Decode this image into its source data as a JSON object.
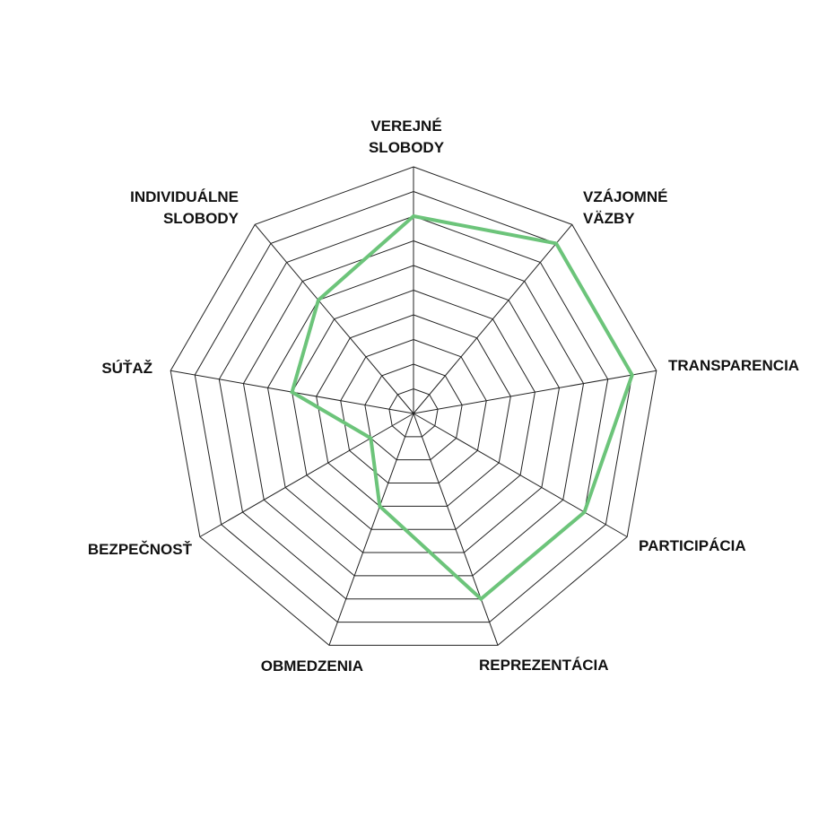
{
  "chart_data": {
    "type": "radar",
    "title": "",
    "axes": [
      [
        "VEREJNÉ",
        "SLOBODY"
      ],
      [
        "VZÁJOMNÉ",
        "VÄZBY"
      ],
      [
        "TRANSPARENCIA"
      ],
      [
        "PARTICIPÁCIA"
      ],
      [
        "REPREZENTÁCIA"
      ],
      [
        "OBMEDZENIA"
      ],
      [
        "BEZPEČNOSŤ"
      ],
      [
        "SÚŤAŽ"
      ],
      [
        "INDIVIDUÁLNE",
        "SLOBODY"
      ]
    ],
    "range": [
      0,
      10
    ],
    "rings": 10,
    "grid": true,
    "series": [
      {
        "name": "",
        "color": "#6cc47a",
        "values": [
          8,
          9,
          9,
          8,
          8,
          4,
          2,
          5,
          6
        ]
      }
    ]
  }
}
